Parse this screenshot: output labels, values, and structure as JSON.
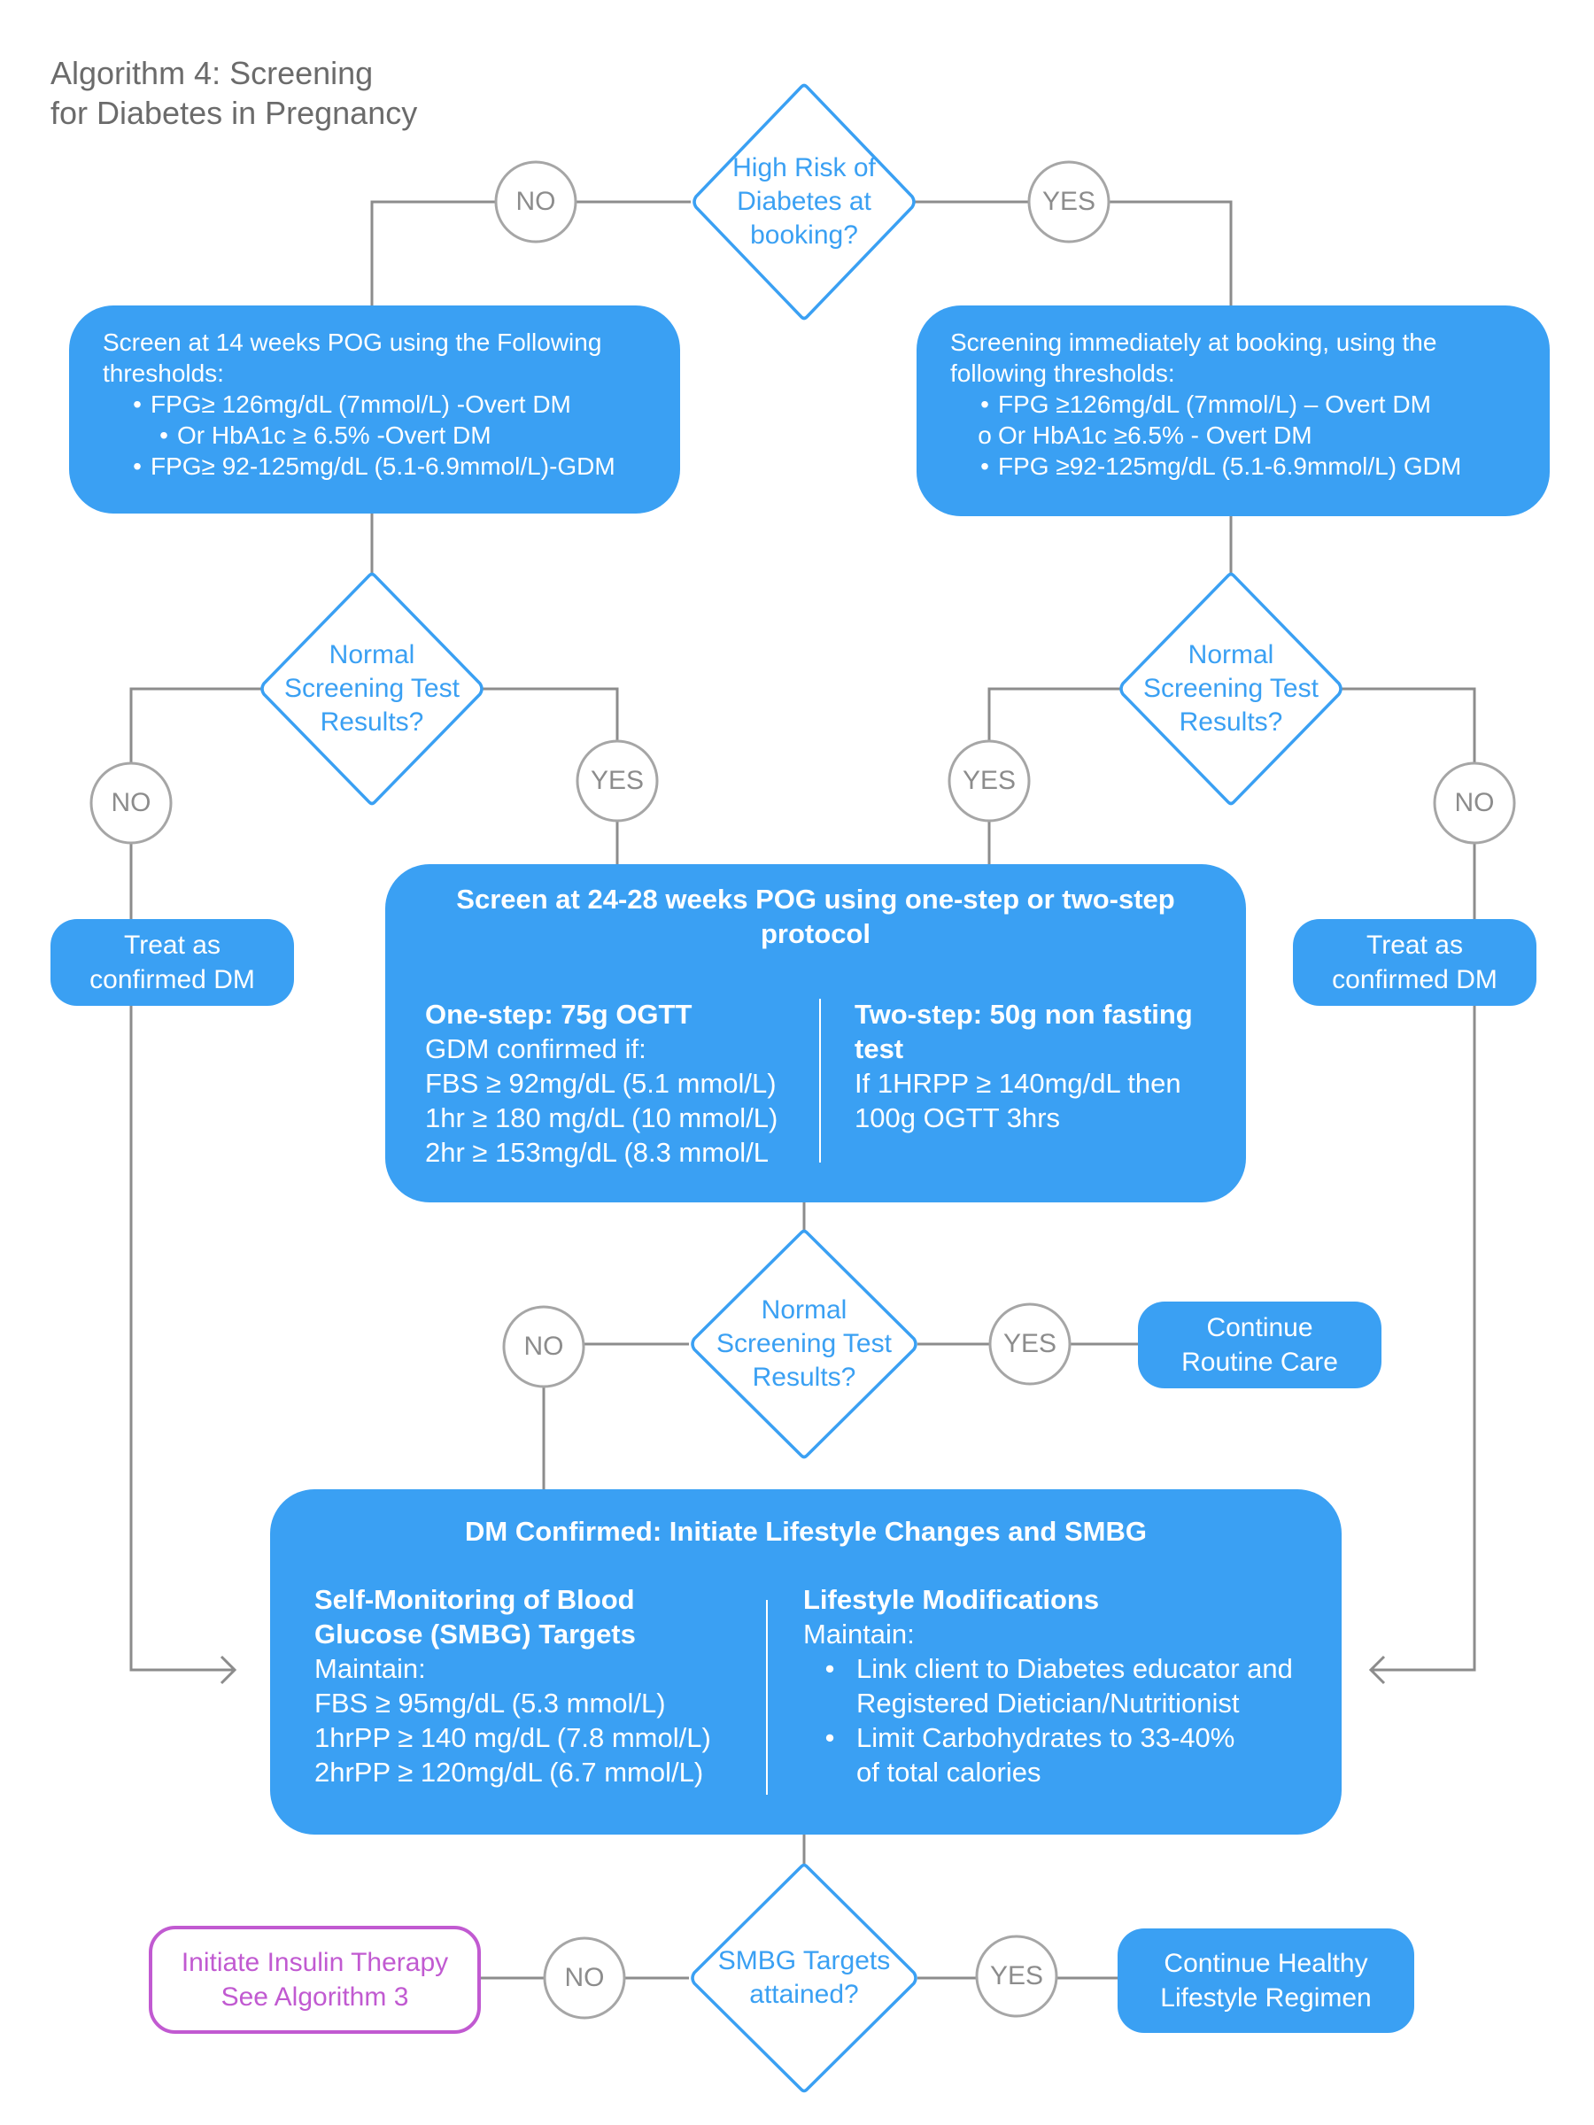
{
  "title": [
    "Algorithm 4: Screening",
    "for Diabetes in Pregnancy"
  ],
  "decisions": {
    "high_risk": [
      "High Risk of",
      "Diabetes at",
      "booking?"
    ],
    "normal_left": [
      "Normal",
      "Screening Test",
      "Results?"
    ],
    "normal_right": [
      "Normal",
      "Screening Test",
      "Results?"
    ],
    "normal_center": [
      "Normal",
      "Screening Test",
      "Results?"
    ],
    "smbg": [
      "SMBG Targets",
      "attained?"
    ]
  },
  "answers": {
    "no": "NO",
    "yes": "YES"
  },
  "left_screen": {
    "intro": [
      "Screen at 14 weeks POG using the Following",
      "thresholds:"
    ],
    "items": [
      {
        "bullet": "•",
        "text": "FPG≥ 126mg/dL (7mmol/L) -Overt DM"
      },
      {
        "bullet": "•",
        "text": "Or HbA1c ≥ 6.5% -Overt DM"
      },
      {
        "bullet": "•",
        "text": "FPG≥ 92-125mg/dL (5.1-6.9mmol/L)-GDM"
      }
    ]
  },
  "right_screen": {
    "intro": [
      "Screening immediately at booking, using the",
      "following thresholds:"
    ],
    "items": [
      {
        "bullet": "•",
        "text": "FPG ≥126mg/dL (7mmol/L) – Overt DM"
      },
      {
        "bullet": "o",
        "text": "Or HbA1c ≥6.5% - Overt DM"
      },
      {
        "bullet": "•",
        "text": "FPG ≥92-125mg/dL (5.1-6.9mmol/L) GDM"
      }
    ]
  },
  "treat_left": [
    "Treat as",
    "confirmed DM"
  ],
  "treat_right": [
    "Treat as",
    "confirmed DM"
  ],
  "screen_24_28": {
    "title": [
      "Screen at 24-28 weeks POG using one-step or two-step",
      "protocol"
    ],
    "one_step": {
      "heading": "One-step: 75g OGTT",
      "lines": [
        "GDM confirmed if:",
        "FBS ≥ 92mg/dL (5.1 mmol/L)",
        "1hr ≥ 180 mg/dL (10 mmol/L)",
        "2hr ≥ 153mg/dL (8.3 mmol/L"
      ]
    },
    "two_step": {
      "heading": [
        "Two-step: 50g non fasting",
        "test"
      ],
      "lines": [
        "If 1HRPP ≥ 140mg/dL then",
        "100g OGTT 3hrs"
      ]
    }
  },
  "continue_routine": [
    "Continue",
    "Routine Care"
  ],
  "dm_confirmed": {
    "title": "DM Confirmed: Initiate Lifestyle Changes and SMBG",
    "smbg": {
      "heading": [
        "Self-Monitoring of Blood",
        "Glucose (SMBG) Targets"
      ],
      "lines": [
        "Maintain:",
        "FBS ≥ 95mg/dL (5.3 mmol/L)",
        "1hrPP ≥ 140 mg/dL (7.8 mmol/L)",
        "2hrPP ≥ 120mg/dL (6.7 mmol/L)"
      ]
    },
    "lifestyle": {
      "heading": "Lifestyle Modifications",
      "maintain": "Maintain:",
      "bullets": [
        {
          "bullet": "•",
          "lines": [
            "Link client to Diabetes educator and",
            "Registered Dietician/Nutritionist"
          ]
        },
        {
          "bullet": "•",
          "lines": [
            "Limit Carbohydrates to 33-40%",
            "of total calories"
          ]
        }
      ]
    }
  },
  "insulin": [
    "Initiate Insulin Therapy",
    "See Algorithm 3"
  ],
  "continue_healthy": [
    "Continue Healthy",
    "Lifestyle Regimen"
  ],
  "colors": {
    "box": "#3aa0f3",
    "line": "#8c8c8c",
    "circle_border": "#a6a6a6",
    "insulin": "#c15ad1"
  }
}
